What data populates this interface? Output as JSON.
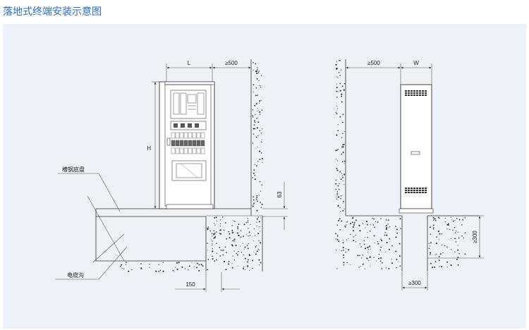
{
  "header": {
    "title": "落地式终端安装示意图"
  },
  "diagram": {
    "front_view": {
      "dim_width": "L",
      "dim_clearance": "≥500",
      "dim_height": "H",
      "dim_base": "63",
      "dim_trench_offset": "150",
      "label_base": "槽钢底盘",
      "label_trench": "电缆沟"
    },
    "side_view": {
      "dim_clearance": "≥500",
      "dim_width": "W",
      "dim_depth": "≥300",
      "dim_trench_width": "≥300"
    }
  }
}
